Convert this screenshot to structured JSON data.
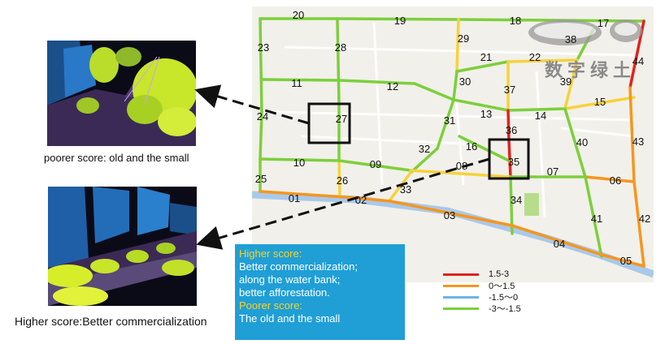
{
  "colors": {
    "red": "#e0241c",
    "orange": "#f5961e",
    "blue": "#6cb4e4",
    "green": "#7ccf3c",
    "yellow": "#f6d23a",
    "map_bg": "#f2f0ea",
    "water": "#a9c9ea",
    "box": "#1f9fd6"
  },
  "captions": {
    "top": "poorer score: old and the small",
    "bottom": "Higher score:Better commercialization"
  },
  "watermark": "数字绿土",
  "score_box": {
    "higher_title": "Higher score",
    "higher_title_punct": ":",
    "higher_lines": [
      "Better commercialization;",
      "along the water bank;",
      "better afforestation."
    ],
    "poorer_title": "Poorer score:",
    "poorer_lines": [
      "The old and the small"
    ]
  },
  "legend": [
    {
      "label": "1.5-3",
      "color": "#e0241c"
    },
    {
      "label": "0～1.5",
      "color": "#f5961e"
    },
    {
      "label": "-1.5～0",
      "color": "#6cb4e4"
    },
    {
      "label": "-3～-1.5",
      "color": "#7ccf3c"
    }
  ],
  "segment_labels": [
    "01",
    "02",
    "03",
    "04",
    "05",
    "06",
    "07",
    "08",
    "09",
    "10",
    "11",
    "12",
    "13",
    "14",
    "15",
    "16",
    "17",
    "18",
    "19",
    "20",
    "21",
    "22",
    "23",
    "24",
    "25",
    "26",
    "27",
    "28",
    "29",
    "30",
    "31",
    "32",
    "33",
    "34",
    "35",
    "36",
    "37",
    "38",
    "39",
    "40",
    "41",
    "42",
    "43",
    "44"
  ]
}
